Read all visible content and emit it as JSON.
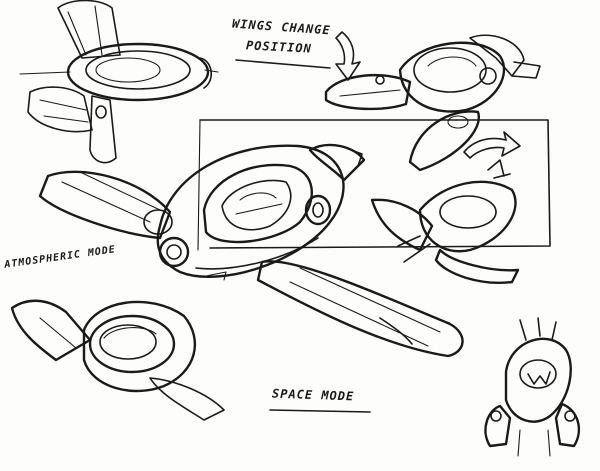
{
  "labels": {
    "wings_line1": "WINGS CHANGE",
    "wings_line2": "POSITION",
    "atmospheric": "ATMOSPHERIC MODE",
    "space": "SPACE MODE"
  },
  "colors": {
    "paper": "#fdfdfb",
    "ink": "#1a1a1a"
  },
  "sketches": [
    "top-view-ship-sketch",
    "wings-transition-sketch",
    "atmospheric-mode-main-sketch",
    "space-mode-side-sketch",
    "bottom-left-ship-sketch",
    "front-view-ship-sketch"
  ]
}
